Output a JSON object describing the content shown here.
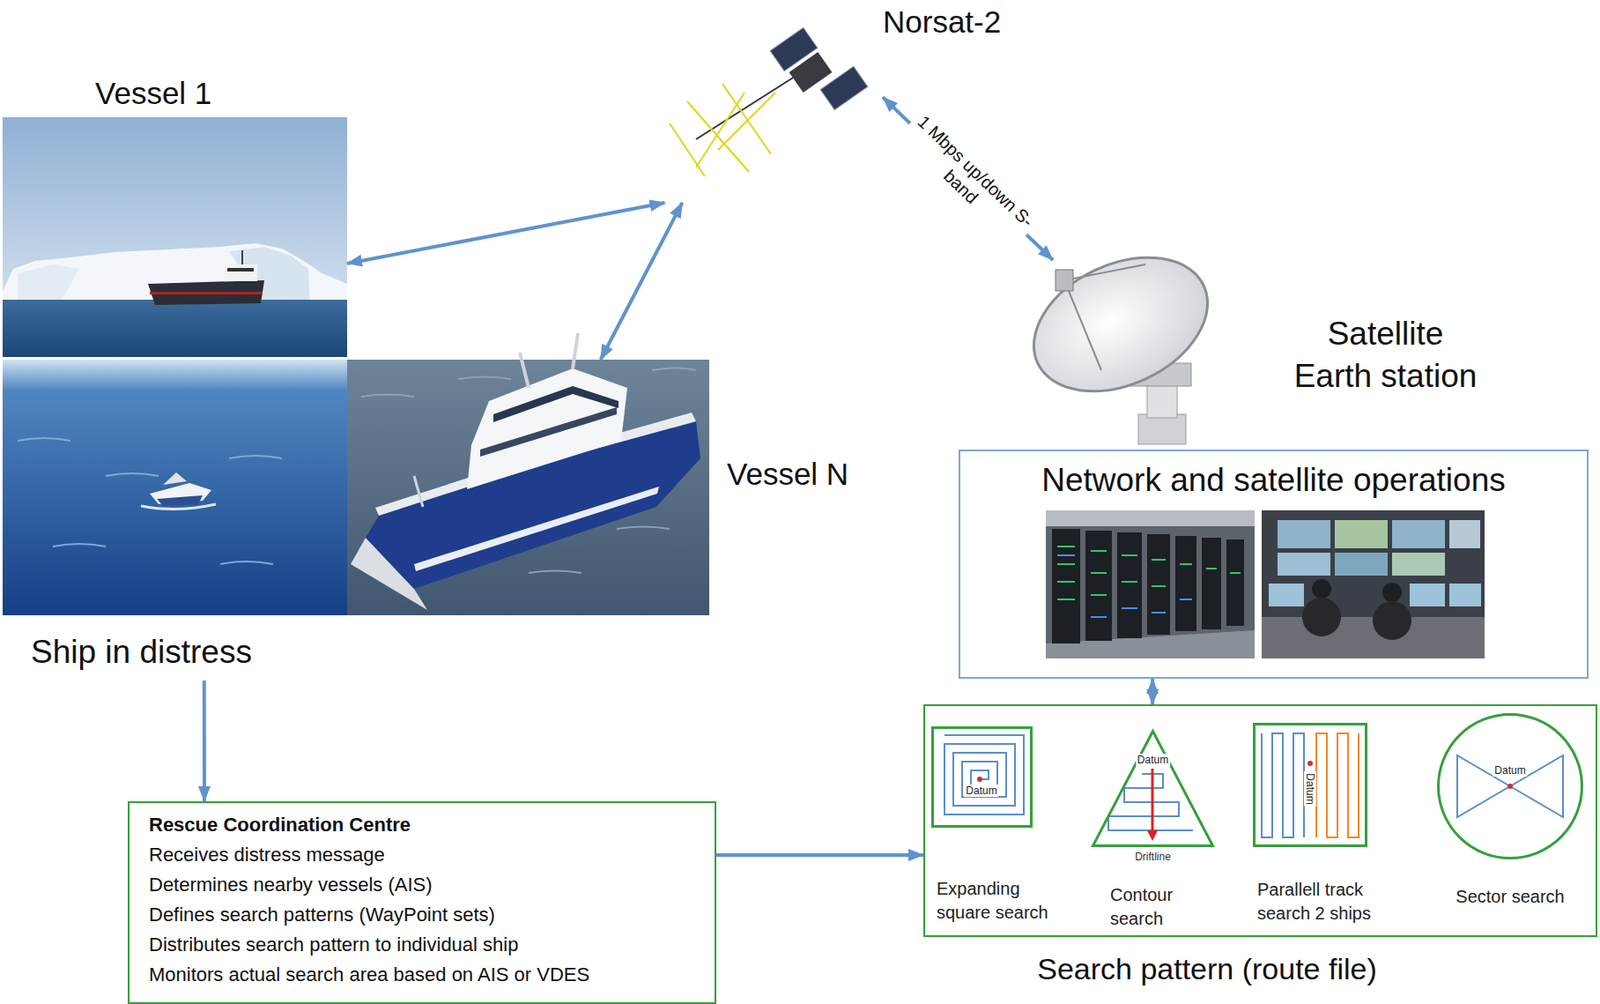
{
  "diagram": {
    "nodes": [
      {
        "text": [
          "Norsat-2"
        ]
      },
      {
        "text": [
          "Vessel 1"
        ]
      },
      {
        "text": [
          "Ship in distress"
        ]
      },
      {
        "text": [
          "Vessel N"
        ]
      },
      {
        "text": [
          "Satellite Earth station"
        ]
      },
      {
        "text": [
          "Network and satellite operations"
        ]
      },
      {
        "text": [
          "Search pattern (route file)"
        ]
      },
      {
        "text": [
          "Datum",
          "Expanding square search"
        ],
        "in": 6
      },
      {
        "text": [
          "Datum",
          "Driftline",
          "Contour search"
        ],
        "in": 6
      },
      {
        "text": [
          "Datum",
          "Parallell track search 2 ships"
        ],
        "in": 6
      },
      {
        "text": [
          "Datum",
          "Sector search"
        ],
        "in": 6
      },
      {
        "text": [
          "Rescue Coordination Centre",
          "Receives distress message",
          "Determines nearby vessels (AIS)",
          "Defines search patterns (WayPoint sets)",
          "Distributes search pattern to individual ship",
          "Monitors actual search area based on AIS or VDES"
        ]
      }
    ],
    "edges": [
      {
        "from": 1,
        "to": 0,
        "arrow": "both"
      },
      {
        "from": 3,
        "to": 0,
        "arrow": "both"
      },
      {
        "from": 0,
        "to": 4,
        "arrow": "both",
        "label": "1 Mbps up/down S-band"
      },
      {
        "from": 2,
        "to": 11,
        "arrow": "to"
      },
      {
        "from": 11,
        "to": 6,
        "arrow": "to"
      },
      {
        "from": 5,
        "to": 6,
        "arrow": "both"
      }
    ]
  }
}
